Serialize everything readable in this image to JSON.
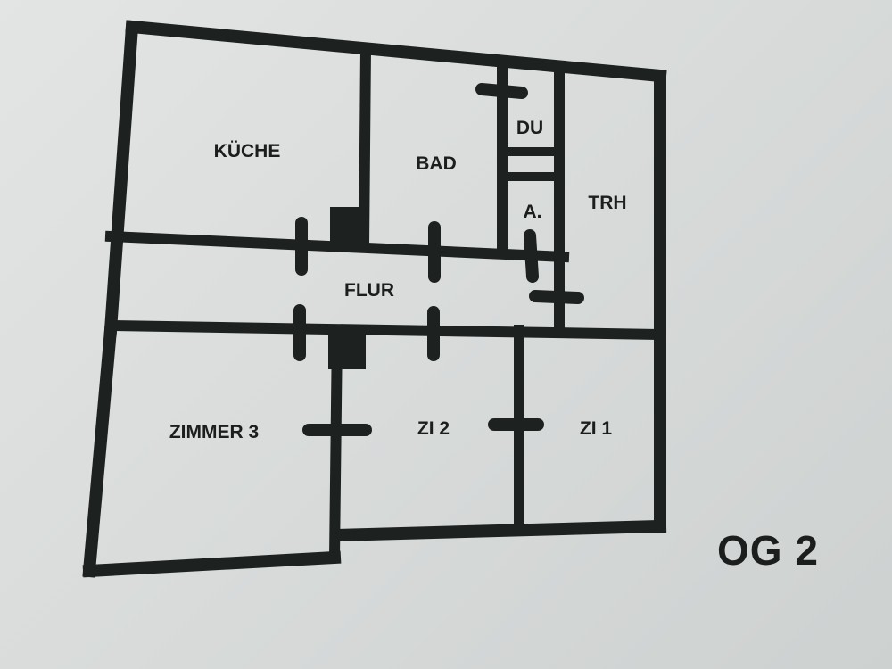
{
  "floor_plan": {
    "level": "OG 2",
    "rooms": {
      "kueche": "KÜCHE",
      "bad": "BAD",
      "du": "DU",
      "a": "A.",
      "trh": "TRH",
      "flur": "FLUR",
      "zimmer3": "ZIMMER 3",
      "zi2": "ZI 2",
      "zi1": "ZI 1"
    }
  },
  "colors": {
    "wall": "#1d2120",
    "background": "#dadddc"
  }
}
